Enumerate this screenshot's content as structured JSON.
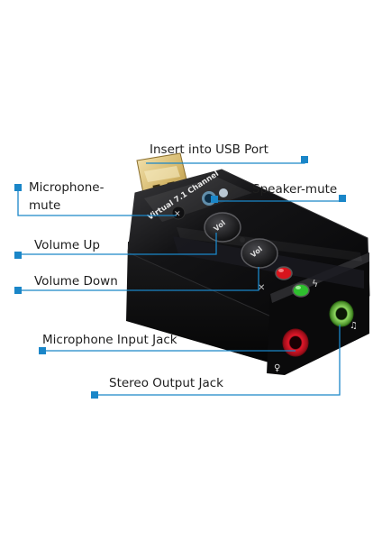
{
  "labels": {
    "usb_port": "Insert into USB Port",
    "mic_mute_line1": "Microphone-",
    "mic_mute_line2": "mute",
    "speaker_mute": "Speaker-mute",
    "volume_up": "Volume Up",
    "volume_down": "Volume Down",
    "mic_jack": "Microphone Input Jack",
    "stereo_jack": "Stereo Output Jack"
  },
  "device": {
    "brand_text": "Virtual 7.1 Channel",
    "button_text": "Vol"
  },
  "colors": {
    "callout_line": "#1a86c8",
    "device_body": "#0c0c0d",
    "mic_jack": "#e0182a",
    "stereo_jack": "#66c23a",
    "led_red": "#d8141c",
    "led_green": "#2fbf2f",
    "usb_plug": "#d4b668"
  }
}
